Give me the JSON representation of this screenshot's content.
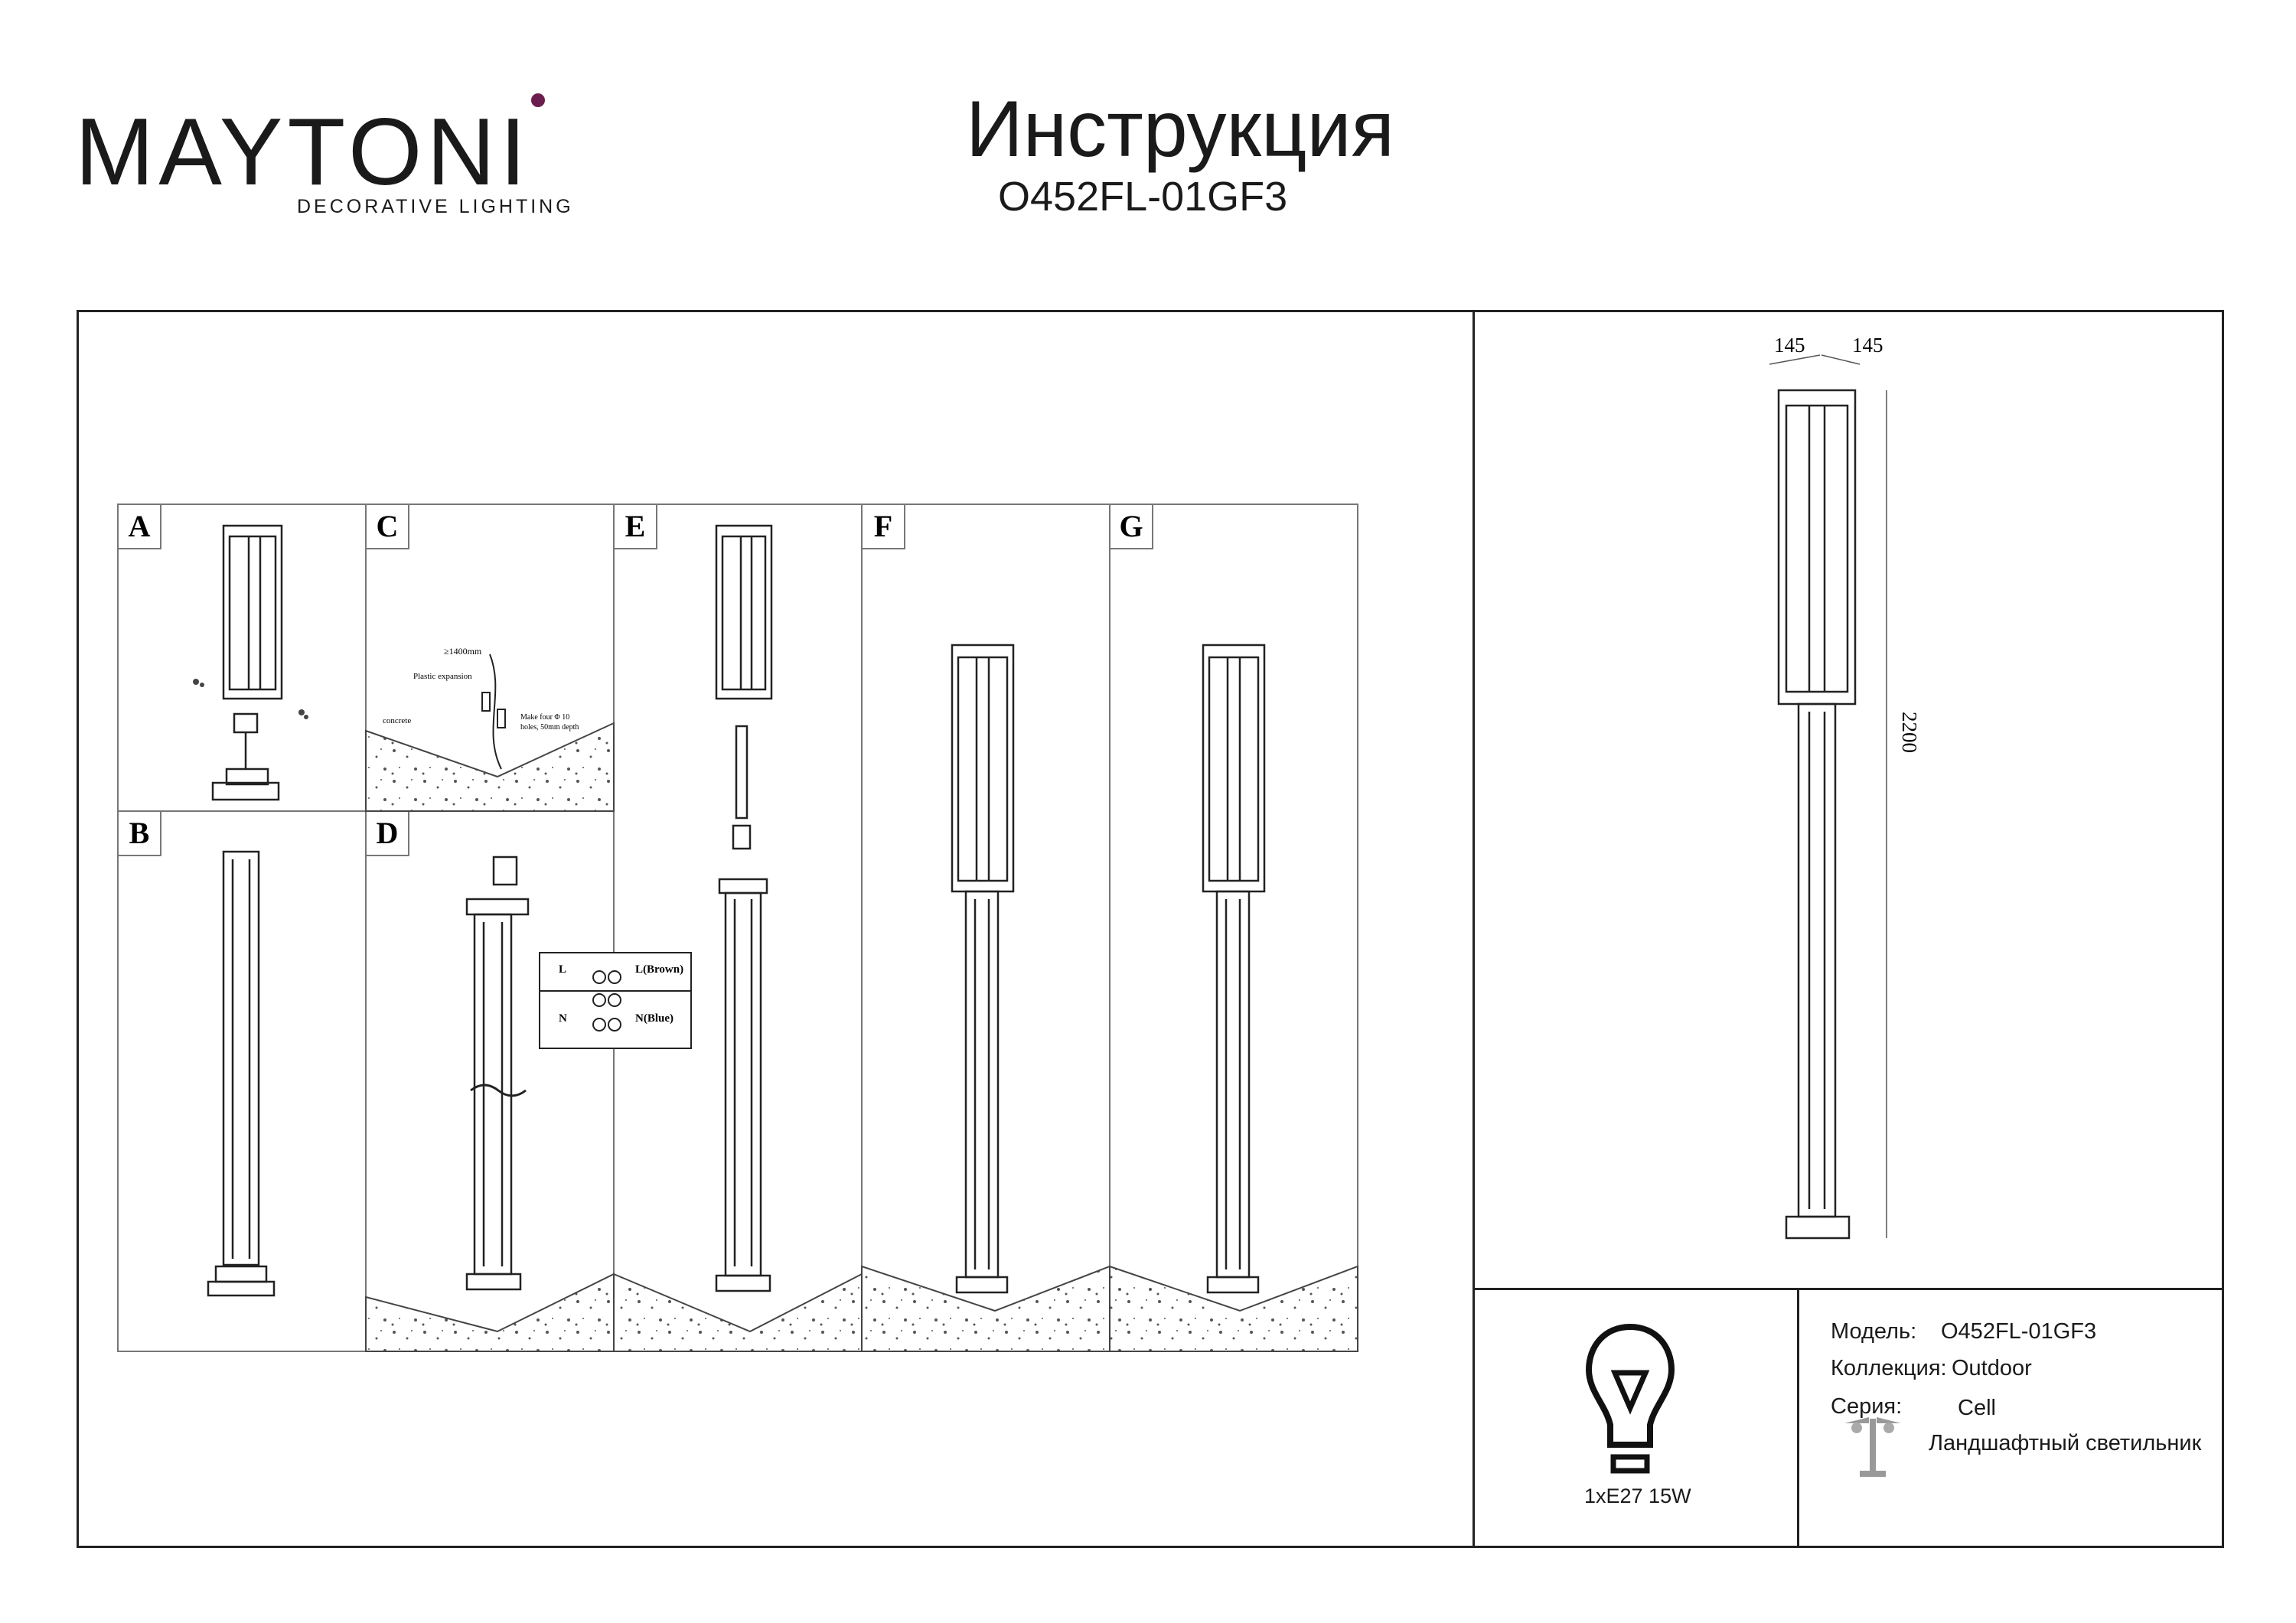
{
  "header": {
    "brand": "MAYTONI",
    "brand_tagline": "DECORATIVE LIGHTING",
    "title": "Инструкция",
    "model_code": "O452FL-01GF3"
  },
  "panels": [
    {
      "letter": "A"
    },
    {
      "letter": "B"
    },
    {
      "letter": "C"
    },
    {
      "letter": "D"
    },
    {
      "letter": "E"
    },
    {
      "letter": "F"
    },
    {
      "letter": "G"
    }
  ],
  "panel_c_notes": {
    "depth": "≥1400mm",
    "expansion": "Plastic expansion",
    "concrete": "concrete",
    "holes_1": "Make four Φ 10",
    "holes_2": "holes, 50mm depth"
  },
  "wiring": {
    "l_left": "L",
    "n_left": "N",
    "l_right": "L(Brown)",
    "n_right": "N(Blue)"
  },
  "dimensions": {
    "width_1": "145",
    "width_2": "145",
    "height": "2200"
  },
  "specs": {
    "model_label": "Модель:",
    "model_value": "O452FL-01GF3",
    "collection_label": "Коллекция:",
    "collection_value": "Outdoor",
    "series_label": "Серия:",
    "series_value": "Cell",
    "type_value": "Ландшафтный светильник",
    "power": "1xE27 15W"
  },
  "colors": {
    "brand_accent": "#6b1e4d",
    "line": "#222222"
  }
}
